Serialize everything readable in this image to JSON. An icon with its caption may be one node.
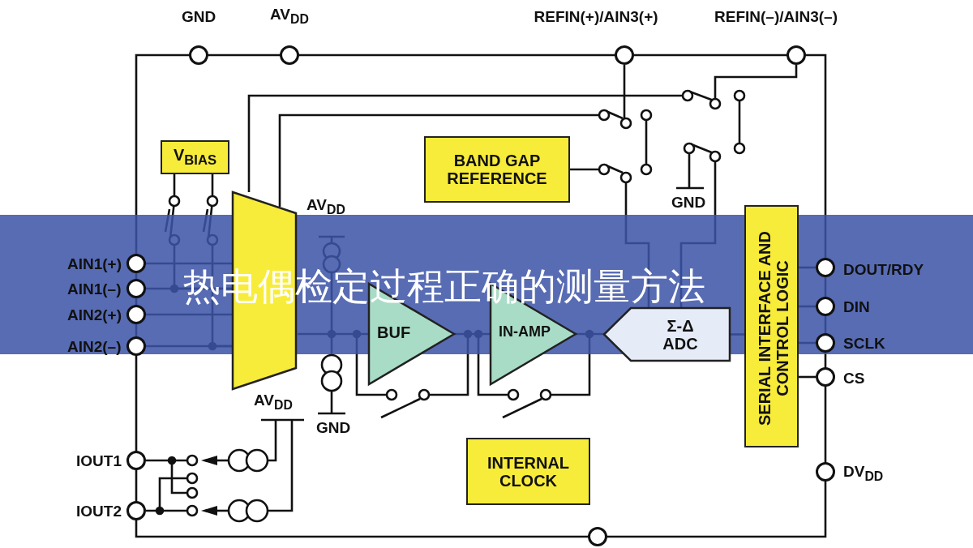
{
  "diagram": {
    "title": "热电偶检定过程正确的测量方法",
    "nodes": [
      {
        "text": [],
        "shape": "circle",
        "beside": [
          "GND"
        ]
      },
      {
        "text": [],
        "shape": "circle",
        "beside": [
          "AV$_{DD}$"
        ]
      },
      {
        "text": [],
        "shape": "circle",
        "beside": [
          "REFIN(+)/AIN3(+)"
        ]
      },
      {
        "text": [],
        "shape": "circle",
        "beside": [
          "REFIN(–)/AIN3(–)"
        ]
      },
      {
        "text": [],
        "shape": "circle",
        "beside": [
          "AIN1(+)"
        ]
      },
      {
        "text": [],
        "shape": "circle",
        "beside": [
          "AIN1(–)"
        ]
      },
      {
        "text": [],
        "shape": "circle",
        "beside": [
          "AIN2(+)"
        ]
      },
      {
        "text": [],
        "shape": "circle",
        "beside": [
          "AIN2(–)"
        ]
      },
      {
        "text": [],
        "shape": "circle",
        "beside": [
          "IOUT1"
        ]
      },
      {
        "text": [],
        "shape": "circle",
        "beside": [
          "IOUT2"
        ]
      },
      {
        "text": [],
        "shape": "circle",
        "beside": [
          "DOUT/RDY"
        ]
      },
      {
        "text": [],
        "shape": "circle",
        "beside": [
          "DIN"
        ]
      },
      {
        "text": [],
        "shape": "circle",
        "beside": [
          "SCLK"
        ]
      },
      {
        "text": [],
        "shape": "circle",
        "beside": [
          "CS"
        ]
      },
      {
        "text": [],
        "shape": "circle",
        "beside": [
          "DV$_{DD}$"
        ]
      },
      {
        "text": [],
        "shape": "circle"
      },
      {
        "text": [
          "V$_{BIAS}$"
        ]
      },
      {
        "text": [],
        "shape": "trapezoid"
      },
      {
        "text": [
          "BAND GAP REFERENCE"
        ]
      },
      {
        "text": [
          "BUF"
        ]
      },
      {
        "text": [
          "IN-AMP"
        ]
      },
      {
        "text": [
          "Σ-Δ ADC"
        ]
      },
      {
        "text": [
          "SERIAL INTERFACE AND CONTROL LOGIC"
        ]
      },
      {
        "text": [
          "INTERNAL CLOCK"
        ]
      }
    ],
    "edges": [
      {
        "from": 4,
        "to": 17,
        "arrow": "none"
      },
      {
        "from": 5,
        "to": 17,
        "arrow": "none"
      },
      {
        "from": 6,
        "to": 17,
        "arrow": "none"
      },
      {
        "from": 7,
        "to": 17,
        "arrow": "none"
      },
      {
        "from": 17,
        "to": 19,
        "arrow": "none"
      },
      {
        "from": 19,
        "to": 20,
        "arrow": "none"
      },
      {
        "from": 20,
        "to": 21,
        "arrow": "none"
      },
      {
        "from": 21,
        "to": 22,
        "arrow": "none"
      },
      {
        "from": 22,
        "to": 10,
        "arrow": "none"
      },
      {
        "from": 22,
        "to": 11,
        "arrow": "none"
      },
      {
        "from": 22,
        "to": 12,
        "arrow": "none"
      },
      {
        "from": 22,
        "to": 13,
        "arrow": "none"
      },
      {
        "from": 16,
        "to": 17,
        "arrow": "none"
      },
      {
        "from": 16,
        "to": 17,
        "arrow": "none"
      }
    ],
    "labels": [
      "AV$_{DD}$",
      "GND",
      "AV$_{DD}$",
      "GND"
    ]
  }
}
